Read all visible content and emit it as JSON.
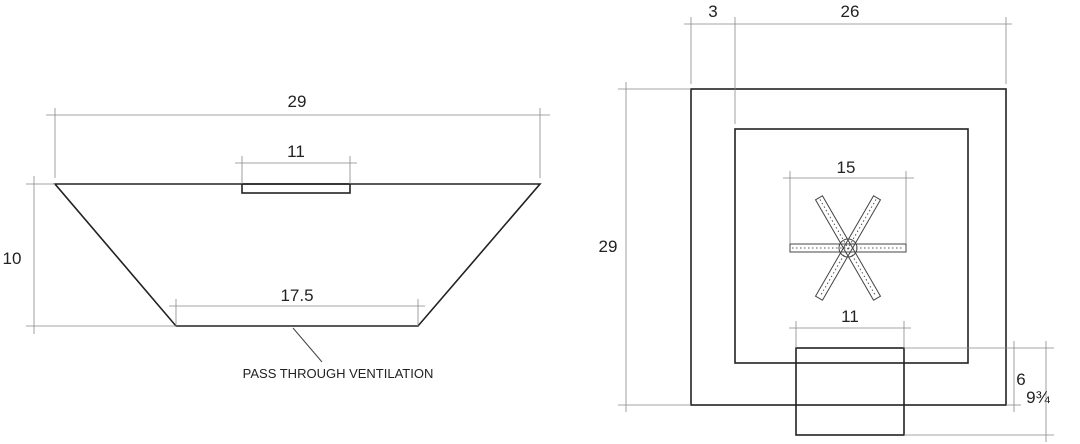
{
  "side_view": {
    "width_label": "29",
    "vent_width_label": "11",
    "height_label": "10",
    "base_width_label": "17.5",
    "callout_label": "PASS THROUGH VENTILATION"
  },
  "top_view": {
    "offset_label": "3",
    "inner_width_label": "26",
    "outer_height_label": "29",
    "burner_width_label": "15",
    "vent_width_label": "11",
    "vent_inset_label": "6",
    "vent_depth_label": "9¾"
  }
}
